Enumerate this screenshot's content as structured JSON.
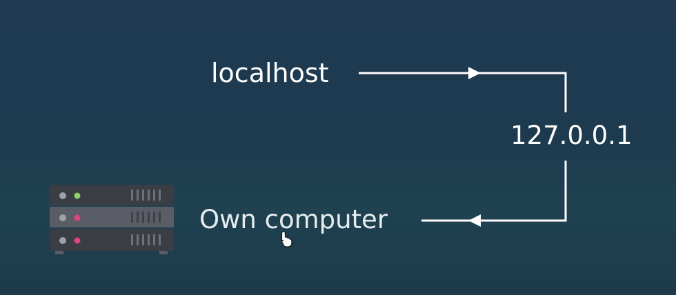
{
  "labels": {
    "localhost": "localhost",
    "ip": "127.0.0.1",
    "own_computer": "Own computer"
  },
  "colors": {
    "line": "#ffffff",
    "server_body": "#3a3d44",
    "server_slot_mid": "#5a5d65",
    "led_gray": "#9ea2a8",
    "led_green": "#8dd46a",
    "led_pink": "#e0457a"
  },
  "icons": {
    "server": "server-rack-icon",
    "cursor": "hand-pointer-icon"
  }
}
